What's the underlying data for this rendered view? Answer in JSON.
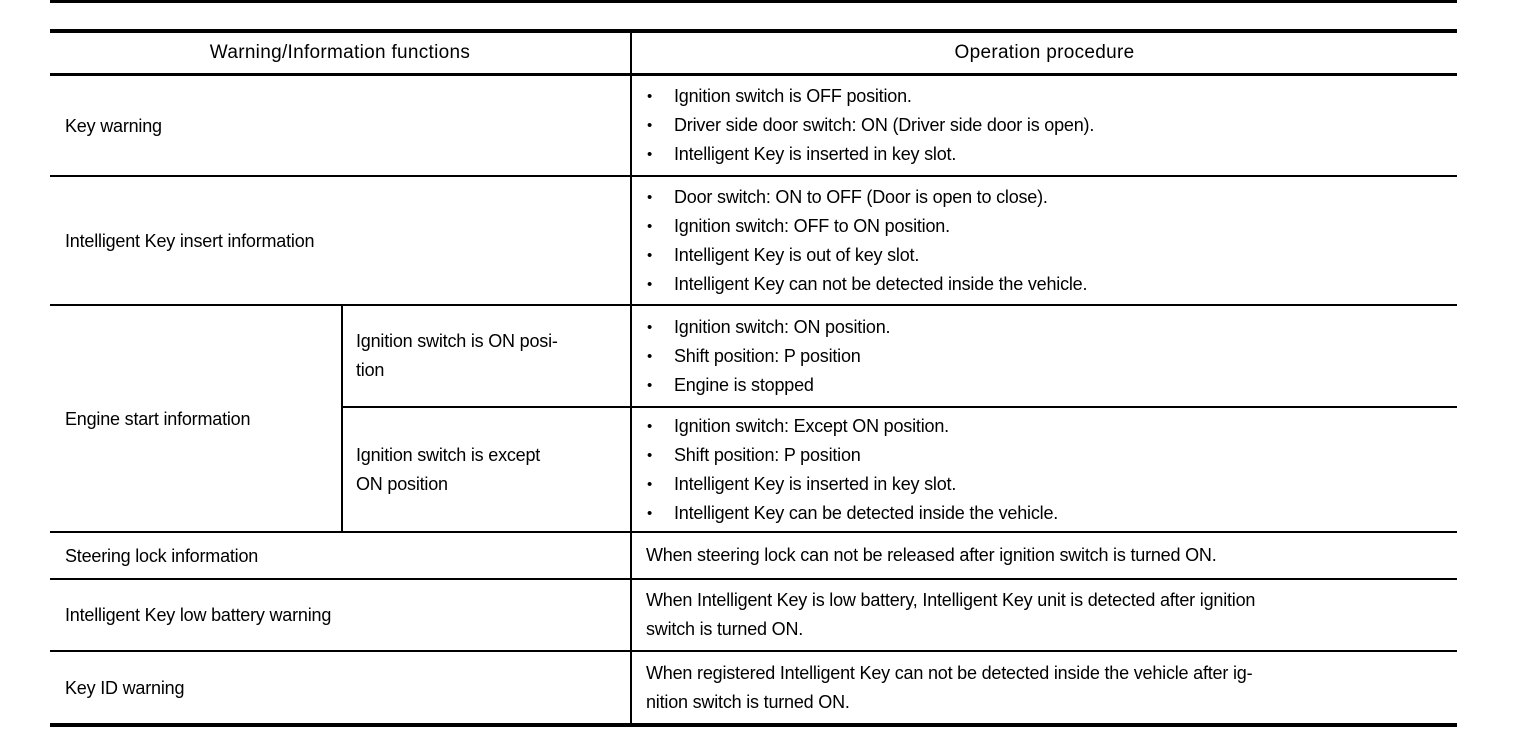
{
  "bullet_glyph": "•",
  "colors": {
    "ink": "#000000",
    "paper": "#ffffff"
  },
  "table": {
    "header": {
      "functions": "Warning/Information functions",
      "procedure": "Operation procedure"
    },
    "rows": {
      "key_warning": {
        "label": "Key warning",
        "bullets": [
          "Ignition switch is OFF position.",
          "Driver side door switch: ON (Driver side door is open).",
          "Intelligent Key is inserted in key slot."
        ]
      },
      "key_insert": {
        "label": "Intelligent Key insert information",
        "bullets": [
          "Door switch: ON to OFF (Door is open to close).",
          "Ignition switch: OFF to ON position.",
          "Intelligent Key is out of key slot.",
          "Intelligent Key can not be detected inside the vehicle."
        ]
      },
      "engine_start": {
        "label": "Engine start information",
        "sub_rows": [
          {
            "condition": "Ignition switch is ON posi-\ntion",
            "bullets": [
              "Ignition switch: ON position.",
              "Shift position: P position",
              "Engine is stopped"
            ]
          },
          {
            "condition": "Ignition switch is except\nON position",
            "bullets": [
              "Ignition switch: Except ON position.",
              "Shift position: P position",
              "Intelligent Key is inserted in key slot.",
              "Intelligent Key can be detected inside the vehicle."
            ]
          }
        ]
      },
      "steering_lock": {
        "label": "Steering lock information",
        "text": "When steering lock can not be released after ignition switch is turned ON."
      },
      "low_battery": {
        "label": "Intelligent Key low battery warning",
        "text": "When Intelligent Key is low battery, Intelligent Key unit is detected after ignition\nswitch is turned ON."
      },
      "key_id": {
        "label": "Key ID warning",
        "text": "When registered Intelligent Key can not be detected inside the vehicle after ig-\nnition switch is turned ON."
      }
    }
  }
}
